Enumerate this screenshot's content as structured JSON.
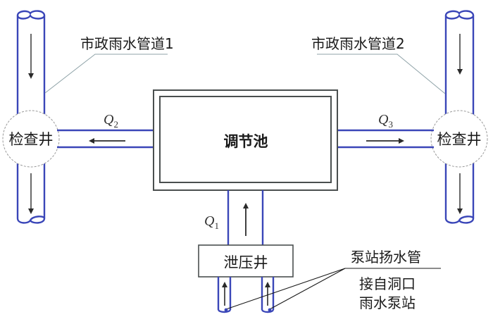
{
  "diagram": {
    "colors": {
      "pipe": "#3a46b8",
      "tank_border": "#4a4f4f",
      "arrow": "#2a2a2a",
      "leader": "#8fa3a8",
      "manhole_border": "#9a9a9a",
      "text": "#1a1a1a"
    },
    "nodes": {
      "tank": {
        "label": "调节池"
      },
      "relief_well": {
        "label": "泄压井"
      },
      "manhole_left": {
        "label": "检查井"
      },
      "manhole_right": {
        "label": "检查井"
      }
    },
    "flows": {
      "q1": {
        "symbol": "Q",
        "subscript": "1",
        "direction": "up"
      },
      "q2": {
        "symbol": "Q",
        "subscript": "2",
        "direction": "left"
      },
      "q3": {
        "symbol": "Q",
        "subscript": "3",
        "direction": "right"
      }
    },
    "labels": {
      "municipal_pipe_1": "市政雨水管道1",
      "municipal_pipe_2": "市政雨水管道2",
      "pump_riser": "泵站扬水管",
      "pump_source_line1": "接自洞口",
      "pump_source_line2": "雨水泵站"
    },
    "pipe_flow_directions": {
      "municipal_pipe_1": "down",
      "municipal_pipe_2": "down",
      "pump_riser_left": "up",
      "pump_riser_right": "up"
    }
  }
}
